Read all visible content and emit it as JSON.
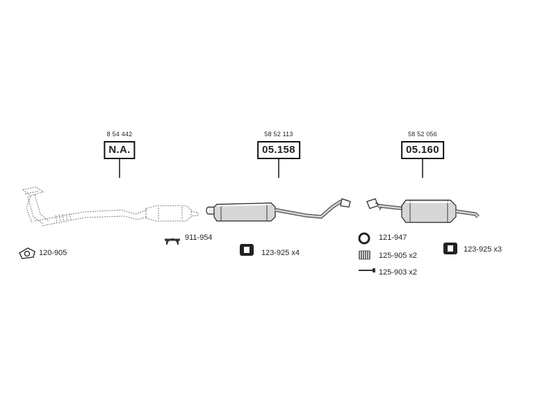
{
  "assemblies": [
    {
      "oem_number": "8 54 442",
      "part_number": "N.A."
    },
    {
      "oem_number": "58 52 113",
      "part_number": "05.158"
    },
    {
      "oem_number": "58 52 056",
      "part_number": "05.160"
    }
  ],
  "accessories": [
    {
      "icon": "gasket-icon",
      "label": "120-905"
    },
    {
      "icon": "clamp-icon",
      "label": "911-954"
    },
    {
      "icon": "rubber-mount-icon",
      "label": "123-925 x4"
    },
    {
      "icon": "ring-icon",
      "label": "121-947"
    },
    {
      "icon": "spring-icon",
      "label": "125-905 x2"
    },
    {
      "icon": "bolt-icon",
      "label": "125-903 x2"
    },
    {
      "icon": "rubber-mount-icon",
      "label": "123-925 x3"
    }
  ]
}
